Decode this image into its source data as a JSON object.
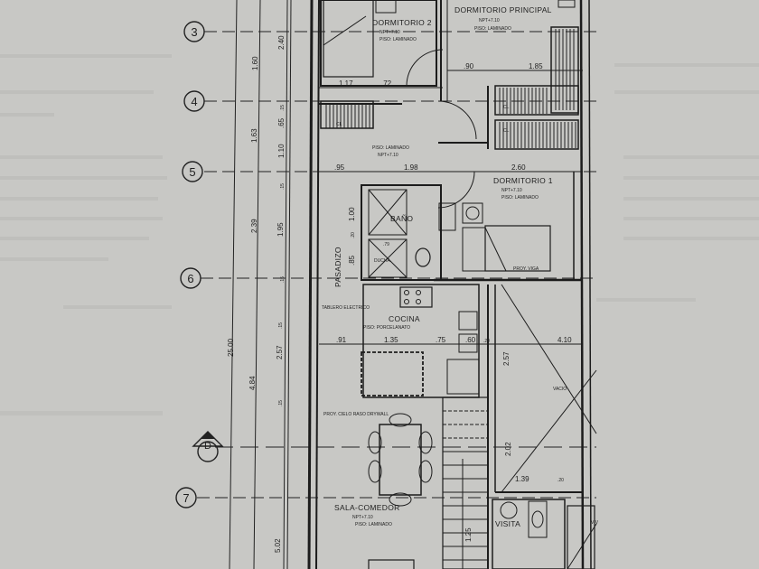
{
  "grid_axes": {
    "a3": "3",
    "a4": "4",
    "a5": "5",
    "a6": "6",
    "a7": "7",
    "aD": "D"
  },
  "vertical_dims": {
    "outer": "25.00",
    "mid": [
      "1.60",
      "1.63",
      "2.39",
      "4.84"
    ],
    "inner": [
      "2.40",
      ".65",
      "1.10",
      "1.95",
      "2.57",
      "5.02"
    ],
    "small": [
      ".15",
      ".15",
      ".15",
      ".15",
      ".15"
    ]
  },
  "horizontal_dims": {
    "row1": [
      "1.17",
      ".72"
    ],
    "row1b": [
      ".90",
      "1.85"
    ],
    "row2": [
      ".95",
      "1.98",
      "2.60"
    ],
    "row3": [
      ".91",
      "1.35",
      ".75",
      ".60",
      ".20",
      "4.10"
    ],
    "vacio": [
      "2.57",
      "2.02",
      "1.39",
      ".20"
    ],
    "bath": [
      "1.00",
      ".20",
      ".85",
      ".79"
    ],
    "stairs": "1.25"
  },
  "rooms": {
    "dorm2": {
      "name": "DORMITORIO 2",
      "level": "NPT+7.10",
      "floor": "PISO: LAMINADO"
    },
    "dorm_principal": {
      "name": "DORMITORIO PRINCIPAL",
      "level": "NPT+7.10",
      "floor": "PISO: LAMINADO"
    },
    "hall": {
      "level": "NPT+7.10",
      "floor": "PISO: LAMINADO"
    },
    "dorm1": {
      "name": "DORMITORIO 1",
      "level": "NPT+7.10",
      "floor": "PISO: LAMINADO"
    },
    "bano": {
      "name": "BAÑO",
      "ducha": "DUCHA"
    },
    "pasadizo": {
      "name": "PASADIZO"
    },
    "cocina": {
      "name": "COCINA",
      "floor": "PISO: PORCELANATO"
    },
    "vacio": {
      "name": "VACIO"
    },
    "sala": {
      "name": "SALA-COMEDOR",
      "level": "NPT+7.10",
      "floor": "PISO: LAMINADO"
    },
    "visita": {
      "name": "VISITA"
    },
    "closet": "CL",
    "tablero": "TABLERO ELECTRICO",
    "cielo": "PROY. CIELO RASO DRYWALL",
    "viga": "PROY. VIGA",
    "vv": "VIV"
  },
  "colors": {
    "paper": "#c8c8c5",
    "ink": "#1c1c1c"
  }
}
